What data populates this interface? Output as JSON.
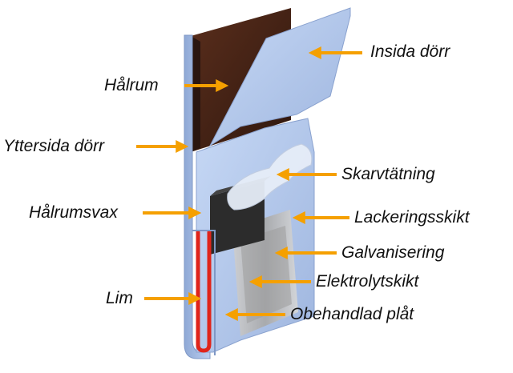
{
  "colors": {
    "arrow": "#f5a000",
    "label_text": "#111111",
    "outer_panel": "#a9c0e6",
    "inner_panel": "#b4cbef",
    "cavity": "#4a2618",
    "cavity_wax": "#2a1610",
    "adhesive": "#e0241a",
    "seal": "#2c2c2c",
    "sealant_clear": "#e6edf8",
    "galvanizing": "#b8b8b8"
  },
  "labels": {
    "insida_dorr": "Insida dörr",
    "halrum": "Hålrum",
    "yttersida_dorr": "Yttersida dörr",
    "skarvtatning": "Skarvtätning",
    "halrumsvax": "Hålrumsvax",
    "lackeringsskikt": "Lackeringsskikt",
    "galvanisering": "Galvanisering",
    "elektrolytskikt": "Elektrolytskikt",
    "lim": "Lim",
    "obehandlad_plat": "Obehandlad plåt"
  }
}
